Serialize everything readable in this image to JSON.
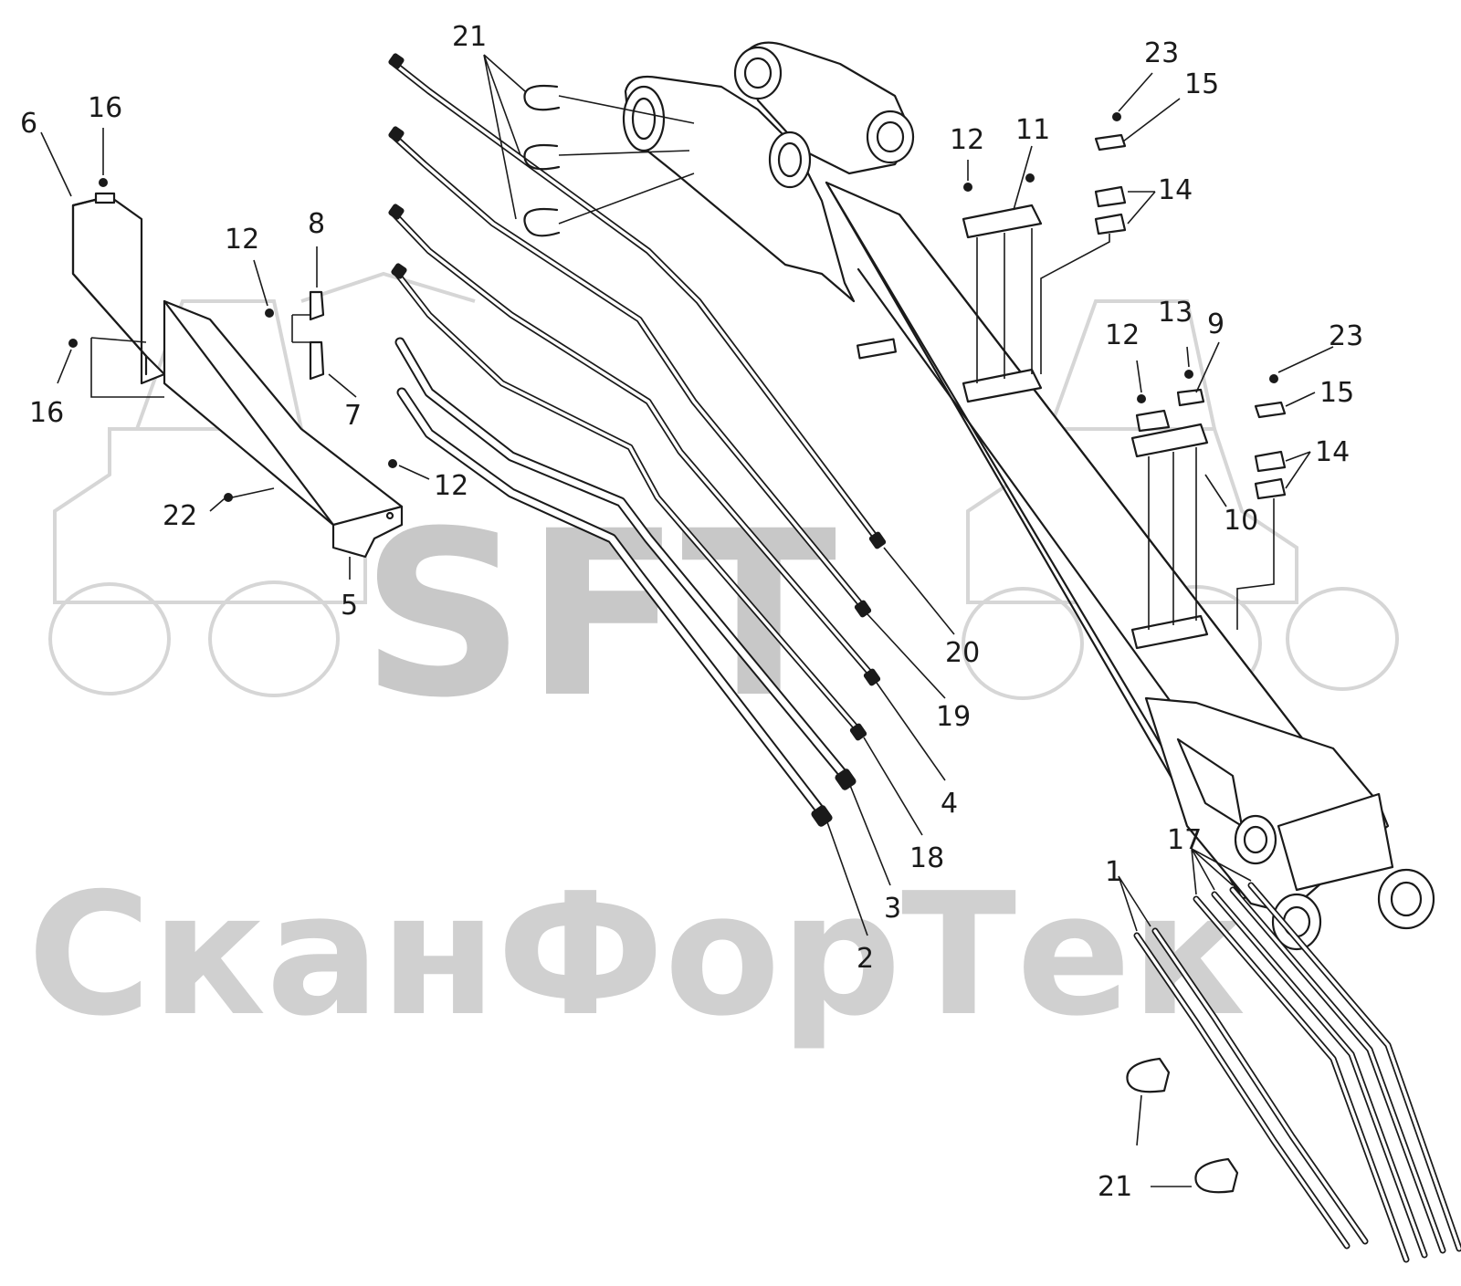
{
  "watermark": {
    "logo": "SFT",
    "company": "СканФорТек"
  },
  "callouts": [
    {
      "id": "c1",
      "label": "1"
    },
    {
      "id": "c2",
      "label": "2"
    },
    {
      "id": "c3",
      "label": "3"
    },
    {
      "id": "c4",
      "label": "4"
    },
    {
      "id": "c5",
      "label": "5"
    },
    {
      "id": "c6",
      "label": "6"
    },
    {
      "id": "c7",
      "label": "7"
    },
    {
      "id": "c8",
      "label": "8"
    },
    {
      "id": "c9",
      "label": "9"
    },
    {
      "id": "c10",
      "label": "10"
    },
    {
      "id": "c11",
      "label": "11"
    },
    {
      "id": "c12a",
      "label": "12"
    },
    {
      "id": "c12b",
      "label": "12"
    },
    {
      "id": "c12c",
      "label": "12"
    },
    {
      "id": "c12d",
      "label": "12"
    },
    {
      "id": "c13",
      "label": "13"
    },
    {
      "id": "c14a",
      "label": "14"
    },
    {
      "id": "c14b",
      "label": "14"
    },
    {
      "id": "c15a",
      "label": "15"
    },
    {
      "id": "c15b",
      "label": "15"
    },
    {
      "id": "c16a",
      "label": "16"
    },
    {
      "id": "c16b",
      "label": "16"
    },
    {
      "id": "c17",
      "label": "17"
    },
    {
      "id": "c18",
      "label": "18"
    },
    {
      "id": "c19",
      "label": "19"
    },
    {
      "id": "c20",
      "label": "20"
    },
    {
      "id": "c21a",
      "label": "21"
    },
    {
      "id": "c21b",
      "label": "21"
    },
    {
      "id": "c22",
      "label": "22"
    },
    {
      "id": "c23a",
      "label": "23"
    },
    {
      "id": "c23b",
      "label": "23"
    }
  ]
}
